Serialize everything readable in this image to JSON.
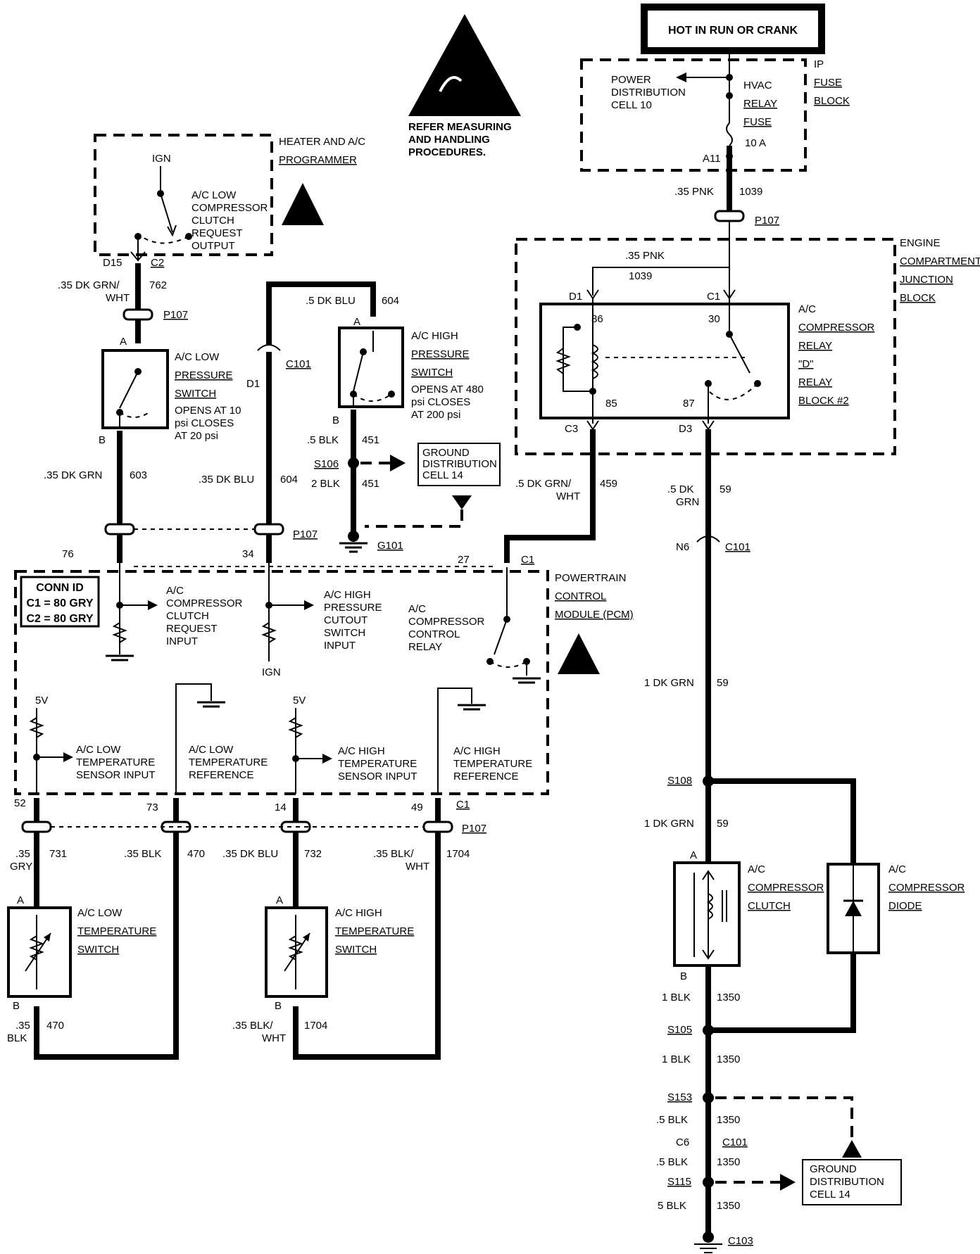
{
  "power": {
    "hot_in_run": "HOT IN RUN OR CRANK"
  },
  "fuse_block": {
    "title": [
      "IP",
      "FUSE",
      "BLOCK"
    ],
    "power_dist": [
      "POWER",
      "DISTRIBUTION",
      "CELL 10"
    ],
    "fuse_name": [
      "HVAC",
      "RELAY",
      "FUSE"
    ],
    "fuse_rating": "10 A",
    "pin": "A11"
  },
  "esd_note": [
    "REFER MEASURING",
    "AND HANDLING",
    "PROCEDURES."
  ],
  "programmer": {
    "title": [
      "HEATER AND A/C",
      "PROGRAMMER"
    ],
    "ign": "IGN",
    "output": [
      "A/C LOW",
      "COMPRESSOR",
      "CLUTCH",
      "REQUEST",
      "OUTPUT"
    ],
    "pin": "D15",
    "conn": "C2"
  },
  "ejb": {
    "title": [
      "ENGINE",
      "COMPARTMENT",
      "JUNCTION",
      "BLOCK"
    ],
    "relay": [
      "A/C",
      "COMPRESSOR",
      "RELAY",
      "\"D\"",
      "RELAY",
      "BLOCK #2"
    ],
    "wire_gauge": ".35 PNK",
    "wire_num": "1039",
    "pins": {
      "d1": "D1",
      "c1": "C1",
      "c3": "C3",
      "d3": "D3",
      "p86": "86",
      "p30": "30",
      "p85": "85",
      "p87": "87"
    }
  },
  "wires": {
    "w1039": {
      "gauge": ".35 PNK",
      "num": "1039"
    },
    "w762": {
      "gauge": [
        ".35 DK GRN/",
        "WHT"
      ],
      "num": "762"
    },
    "w604a": {
      "gauge": ".5 DK BLU",
      "num": "604"
    },
    "w451a": {
      "gauge": ".5 BLK",
      "num": "451"
    },
    "w451b": {
      "gauge": "2 BLK",
      "num": "451"
    },
    "w603": {
      "gauge": ".35 DK GRN",
      "num": "603"
    },
    "w604b": {
      "gauge": ".35 DK BLU",
      "num": "604"
    },
    "w459": {
      "gauge": [
        ".5 DK GRN/",
        "WHT"
      ],
      "num": "459"
    },
    "w59a": {
      "gauge": [
        ".5 DK",
        "GRN"
      ],
      "num": "59"
    },
    "w59b": {
      "gauge": "1 DK GRN",
      "num": "59"
    },
    "w59c": {
      "gauge": "1 DK GRN",
      "num": "59"
    },
    "w1350a": {
      "gauge": "1 BLK",
      "num": "1350"
    },
    "w1350b": {
      "gauge": "1 BLK",
      "num": "1350"
    },
    "w1350c": {
      "gauge": ".5 BLK",
      "num": "1350"
    },
    "w1350d": {
      "gauge": ".5 BLK",
      "num": "1350"
    },
    "w1350e": {
      "gauge": "5 BLK",
      "num": "1350"
    },
    "w731": {
      "gauge": [
        ".35",
        "GRY"
      ],
      "num": "731"
    },
    "w470a": {
      "gauge": ".35 BLK",
      "num": "470"
    },
    "w732": {
      "gauge": ".35 DK BLU",
      "num": "732"
    },
    "w1704a": {
      "gauge": [
        ".35 BLK/",
        "WHT"
      ],
      "num": "1704"
    },
    "w470b": {
      "gauge": [
        ".35",
        "BLK"
      ],
      "num": "470"
    },
    "w1704b": {
      "gauge": [
        ".35 BLK/",
        "WHT"
      ],
      "num": "1704"
    }
  },
  "connectors": {
    "p107": "P107",
    "c101": "C101",
    "c1": "C1",
    "c6": "C6",
    "d1": "D1",
    "n6": "N6",
    "a": "A",
    "b": "B"
  },
  "switches": {
    "low_press": {
      "title": [
        "A/C LOW",
        "PRESSURE",
        "SWITCH"
      ],
      "spec": [
        "OPENS AT 10",
        "psi CLOSES",
        "AT 20 psi"
      ]
    },
    "high_press": {
      "title": [
        "A/C HIGH",
        "PRESSURE",
        "SWITCH"
      ],
      "spec": [
        "OPENS AT 480",
        "psi CLOSES",
        "AT 200 psi"
      ]
    },
    "low_temp": {
      "title": [
        "A/C LOW",
        "TEMPERATURE",
        "SWITCH"
      ]
    },
    "high_temp": {
      "title": [
        "A/C HIGH",
        "TEMPERATURE",
        "SWITCH"
      ]
    }
  },
  "splices": {
    "s106": "S106",
    "s108": "S108",
    "s105": "S105",
    "s153": "S153",
    "s115": "S115"
  },
  "grounds": {
    "g101": "G101",
    "c103": "C103"
  },
  "ground_dist": [
    "GROUND",
    "DISTRIBUTION",
    "CELL 14"
  ],
  "pcm": {
    "title": [
      "POWERTRAIN",
      "CONTROL",
      "MODULE (PCM)"
    ],
    "conn_id": [
      "CONN ID",
      "C1 = 80 GRY",
      "C2 = 80 GRY"
    ],
    "clutch_req": [
      "A/C",
      "COMPRESSOR",
      "CLUTCH",
      "REQUEST",
      "INPUT"
    ],
    "hp_cutout": [
      "A/C HIGH",
      "PRESSURE",
      "CUTOUT",
      "SWITCH",
      "INPUT"
    ],
    "ctrl_relay": [
      "A/C",
      "COMPRESSOR",
      "CONTROL",
      "RELAY"
    ],
    "ign": "IGN",
    "v5": "5V",
    "low_temp_sensor": [
      "A/C LOW",
      "TEMPERATURE",
      "SENSOR INPUT"
    ],
    "low_temp_ref": [
      "A/C LOW",
      "TEMPERATURE",
      "REFERENCE"
    ],
    "high_temp_sensor": [
      "A/C HIGH",
      "TEMPERATURE",
      "SENSOR INPUT"
    ],
    "high_temp_ref": [
      "A/C HIGH",
      "TEMPERATURE",
      "REFERENCE"
    ],
    "pins": {
      "p76": "76",
      "p34": "34",
      "p27": "27",
      "p52": "52",
      "p73": "73",
      "p14": "14",
      "p49": "49"
    }
  },
  "clutch": {
    "title": [
      "A/C",
      "COMPRESSOR",
      "CLUTCH"
    ]
  },
  "diode": {
    "title": [
      "A/C",
      "COMPRESSOR",
      "DIODE"
    ]
  }
}
